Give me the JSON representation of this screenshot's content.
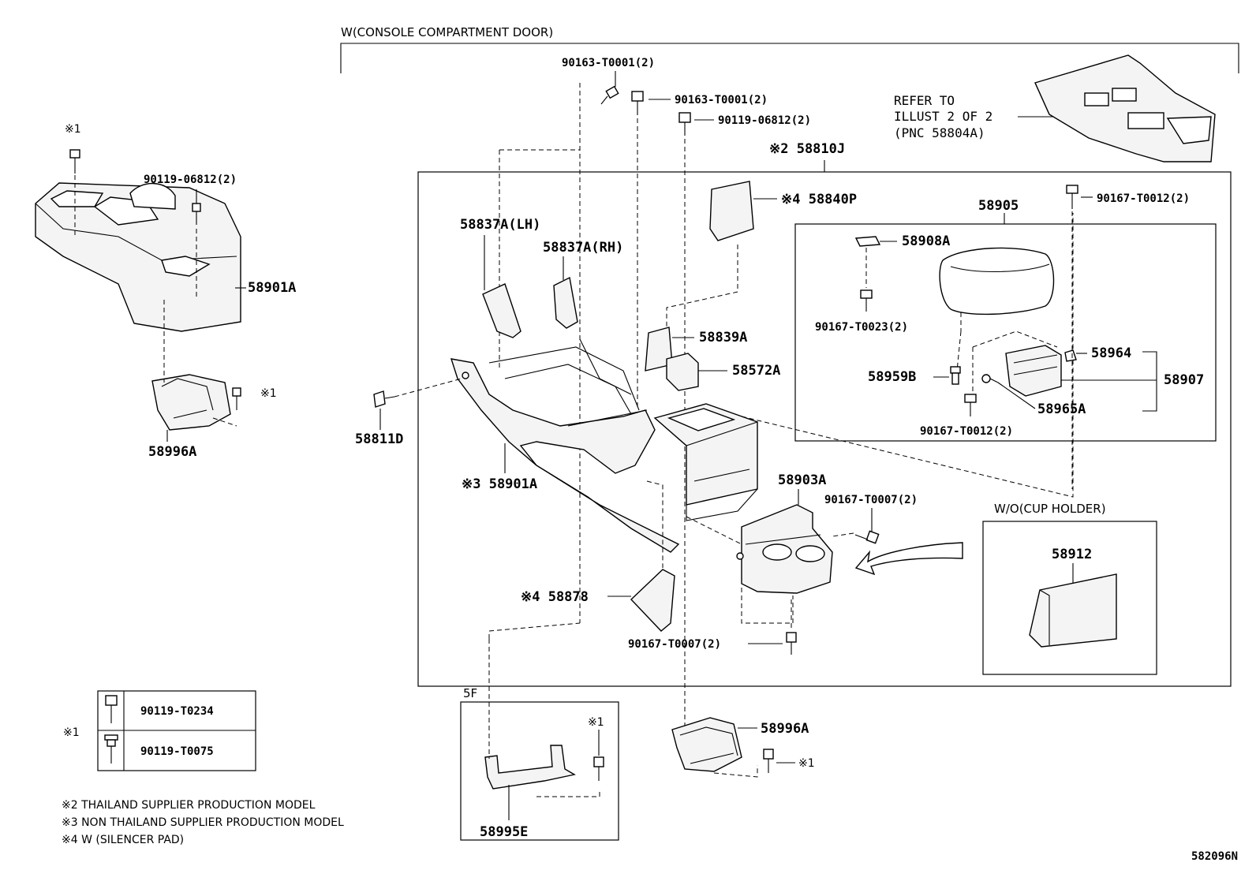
{
  "header": {
    "group_label": "W(CONSOLE COMPARTMENT DOOR)"
  },
  "refer": {
    "line1": "REFER TO",
    "line2": "ILLUST 2 OF 2",
    "line3": "(PNC 58804A)"
  },
  "labels": {
    "p90163_a": "90163-T0001(2)",
    "p90163_b": "90163-T0001(2)",
    "p90119_top": "90119-06812(2)",
    "p58810j": "※2 58810J",
    "p58840p": "※4 58840P",
    "p58905": "58905",
    "p90167_t0012_top": "90167-T0012(2)",
    "p58908a": "58908A",
    "p90167_t0023": "90167-T0023(2)",
    "p58959b": "58959B",
    "p58964": "58964",
    "p58907": "58907",
    "p58965a": "58965A",
    "p90167_t0012_bot": "90167-T0012(2)",
    "p58837a_lh": "58837A(LH)",
    "p58837a_rh": "58837A(RH)",
    "p58839a": "58839A",
    "p58572a": "58572A",
    "p58811d": "58811D",
    "p58901a_main": "※3 58901A",
    "p58903a": "58903A",
    "p90167_t0007_a": "90167-T0007(2)",
    "p90167_t0007_b": "90167-T0007(2)",
    "p58878": "※4 58878",
    "wo_cup_holder": "W/O(CUP HOLDER)",
    "p58912": "58912",
    "left_mark1": "※1",
    "p90119_left": "90119-06812(2)",
    "p58901a_left": "58901A",
    "left_mark1b": "※1",
    "p58996a_left": "58996A",
    "sf_label": "5F",
    "sf_mark1": "※1",
    "p58995e": "58995E",
    "p58996a_bot": "58996A",
    "bot_mark1": "※1",
    "diagram_id": "582096N"
  },
  "legend": {
    "mark": "※1",
    "rows": [
      {
        "part": "90119-T0234",
        "icon": "flange-bolt-icon"
      },
      {
        "part": "90119-T0075",
        "icon": "washer-bolt-icon"
      }
    ]
  },
  "notes": [
    "※2 THAILAND SUPPLIER PRODUCTION MODEL",
    "※3 NON THAILAND SUPPLIER PRODUCTION MODEL",
    "※4 W (SILENCER PAD)"
  ]
}
